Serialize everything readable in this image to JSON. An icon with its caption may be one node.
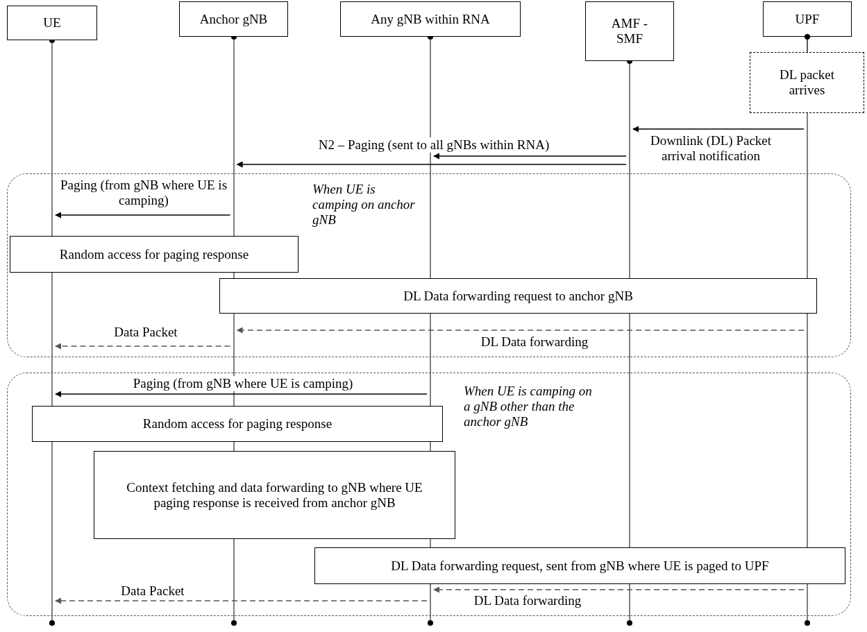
{
  "diagram": {
    "nodes": [
      {
        "text": [
          "UE"
        ]
      },
      {
        "text": [
          "Anchor gNB"
        ]
      },
      {
        "text": [
          "Any gNB within RNA"
        ]
      },
      {
        "text": [
          "AMF - SMF"
        ]
      },
      {
        "text": [
          "UPF"
        ]
      },
      {
        "text": [
          "DL packet arrives"
        ]
      },
      {
        "text": [],
        "shape": "box"
      },
      {
        "text": [],
        "shape": "box"
      },
      {
        "text": [
          "Random access for paging response"
        ],
        "in": 6
      },
      {
        "text": [
          "DL Data forwarding request to anchor gNB"
        ],
        "in": 6
      },
      {
        "text": [
          "Random access for paging response"
        ],
        "in": 7
      },
      {
        "text": [
          "Context fetching and data forwarding to gNB where UE paging response is received from anchor gNB"
        ],
        "in": 7
      },
      {
        "text": [
          "DL Data forwarding request, sent from gNB where UE is paged to UPF"
        ],
        "in": 7
      },
      {
        "text": [],
        "shape": "bar"
      },
      {
        "text": [],
        "shape": "bar"
      },
      {
        "text": [],
        "shape": "bar"
      },
      {
        "text": [],
        "shape": "bar"
      },
      {
        "text": [],
        "shape": "bar"
      }
    ],
    "edges": [
      {
        "from": 17,
        "to": 16,
        "arrow": "to",
        "label": "Downlink (DL) Packet arrival notification"
      },
      {
        "from": 16,
        "to": 15,
        "arrow": "to",
        "label": "N2 – Paging (sent to all gNBs within RNA)"
      },
      {
        "from": 16,
        "to": 14,
        "arrow": "to"
      },
      {
        "from": 14,
        "to": 13,
        "arrow": "to",
        "label": "Paging (from gNB where UE is camping)"
      },
      {
        "from": 17,
        "to": 14,
        "arrow": "to",
        "label": "DL Data forwarding",
        "style": "dashed",
        "color": "#555555"
      },
      {
        "from": 14,
        "to": 13,
        "arrow": "to",
        "label": "Data Packet",
        "style": "dashed",
        "color": "#555555"
      },
      {
        "from": 15,
        "to": 13,
        "arrow": "to",
        "label": "Paging (from gNB where UE is camping)"
      },
      {
        "from": 17,
        "to": 15,
        "arrow": "to",
        "label": "DL Data forwarding",
        "style": "dashed",
        "color": "#555555"
      },
      {
        "from": 15,
        "to": 13,
        "arrow": "to",
        "label": "Data Packet",
        "style": "dashed",
        "color": "#555555"
      },
      {
        "from": 4,
        "to": 5,
        "arrow": "other"
      }
    ],
    "labels": [
      "When UE is camping on anchor gNB",
      "When UE is camping on a gNB other than the anchor gNB"
    ]
  }
}
